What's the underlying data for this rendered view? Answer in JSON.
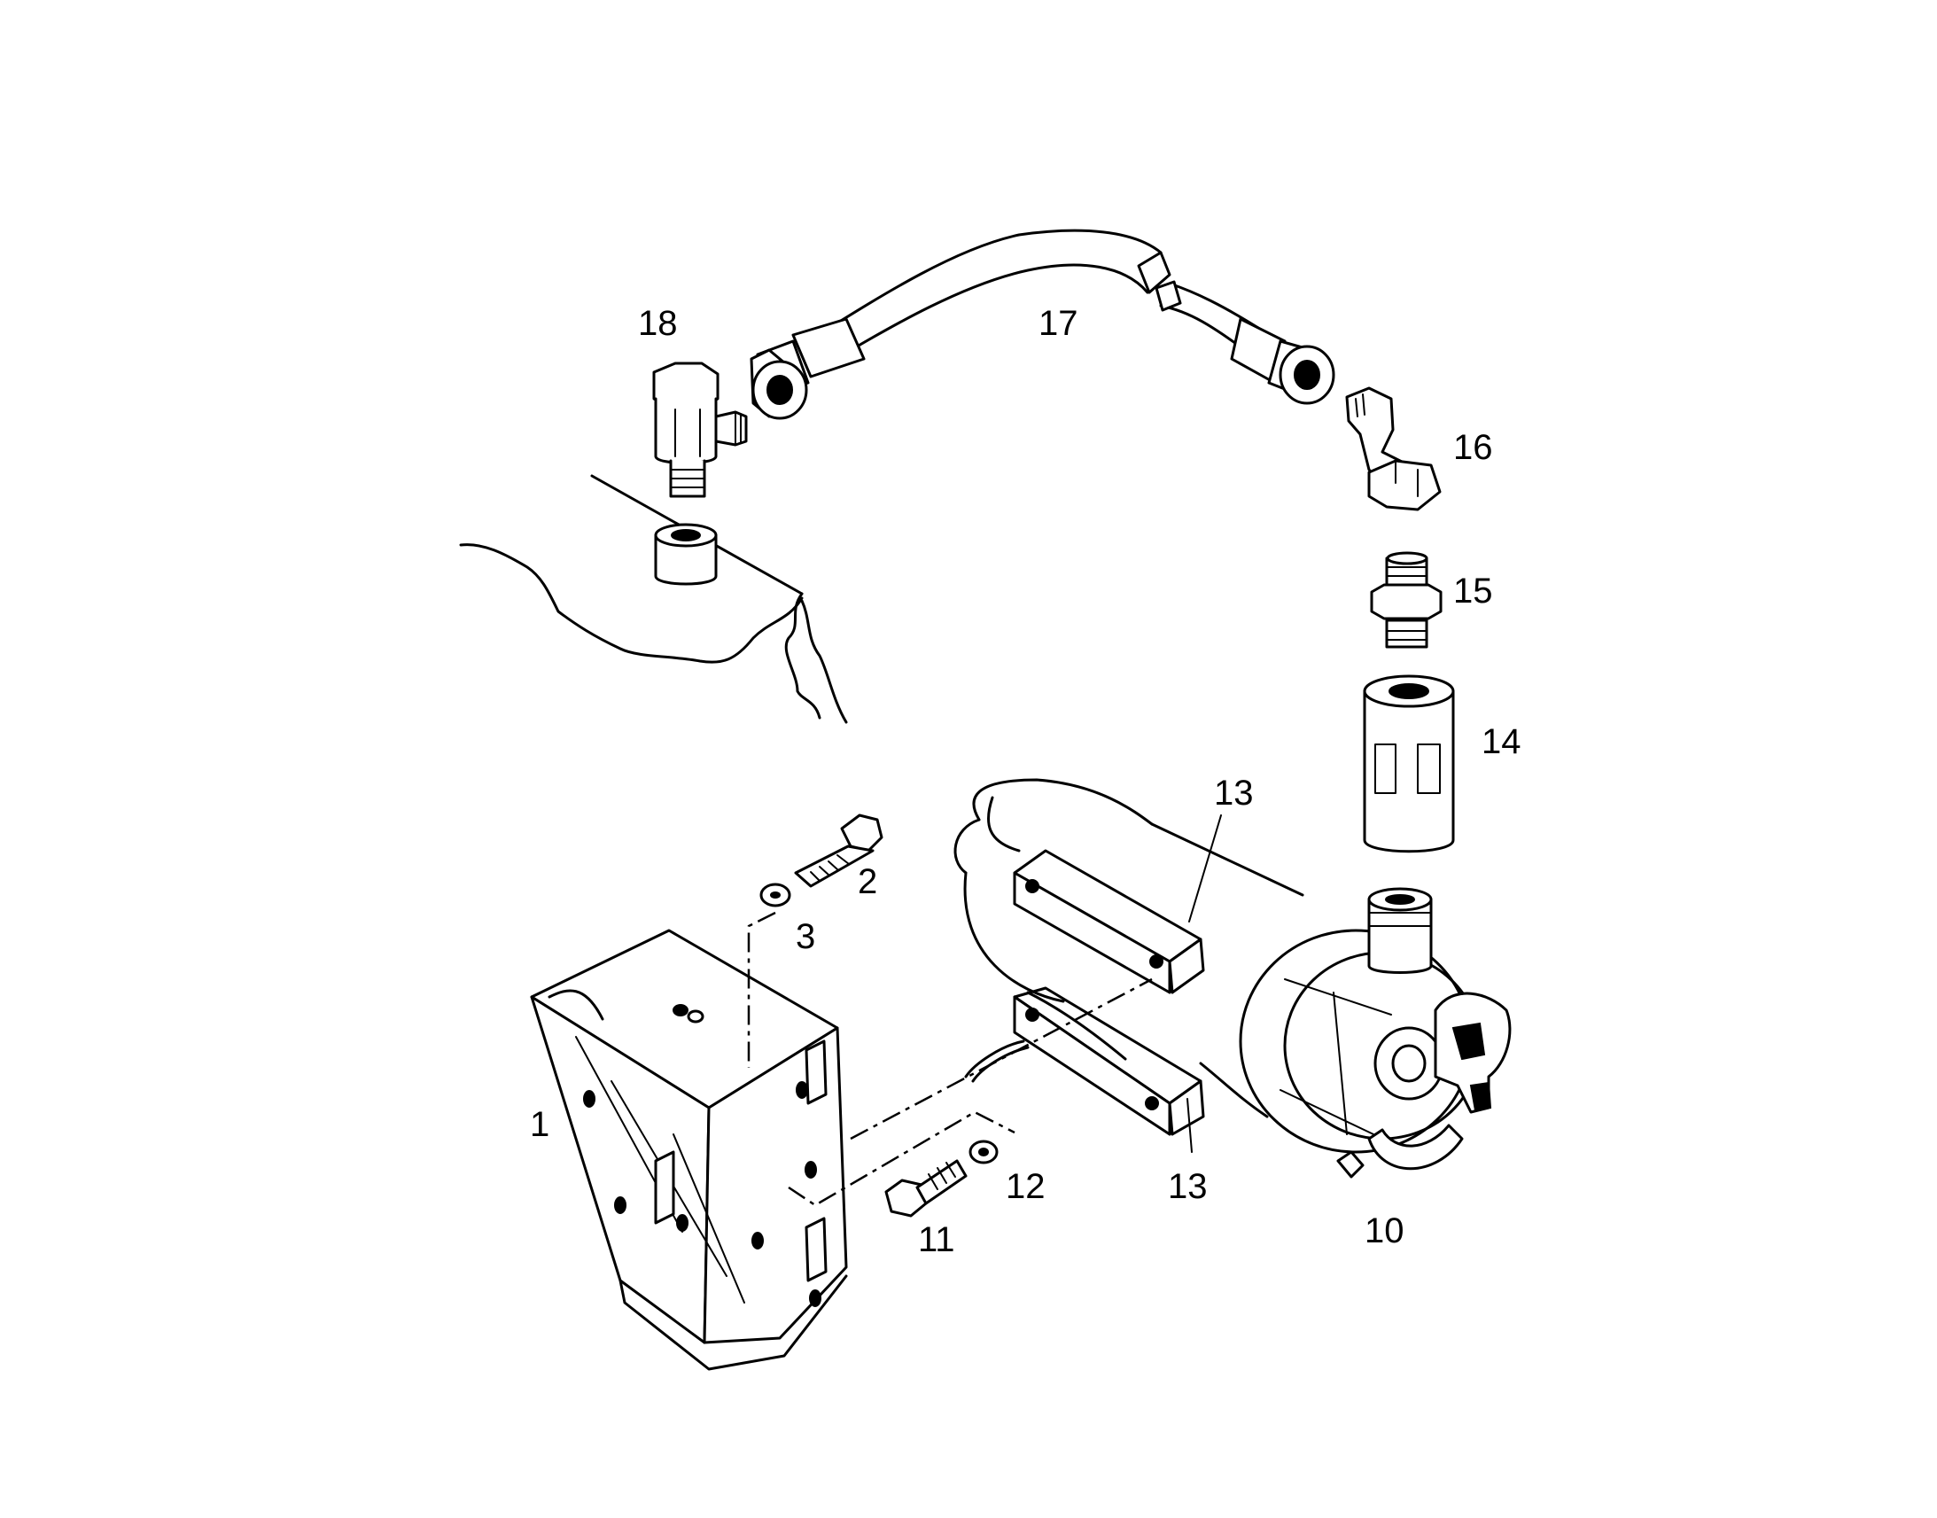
{
  "callouts": {
    "c1": "1",
    "c2": "2",
    "c3": "3",
    "c10": "10",
    "c11": "11",
    "c12": "12",
    "c13a": "13",
    "c13b": "13",
    "c14": "14",
    "c15": "15",
    "c16": "16",
    "c17": "17",
    "c18": "18"
  },
  "colors": {
    "line": "#000000",
    "background": "#ffffff"
  }
}
